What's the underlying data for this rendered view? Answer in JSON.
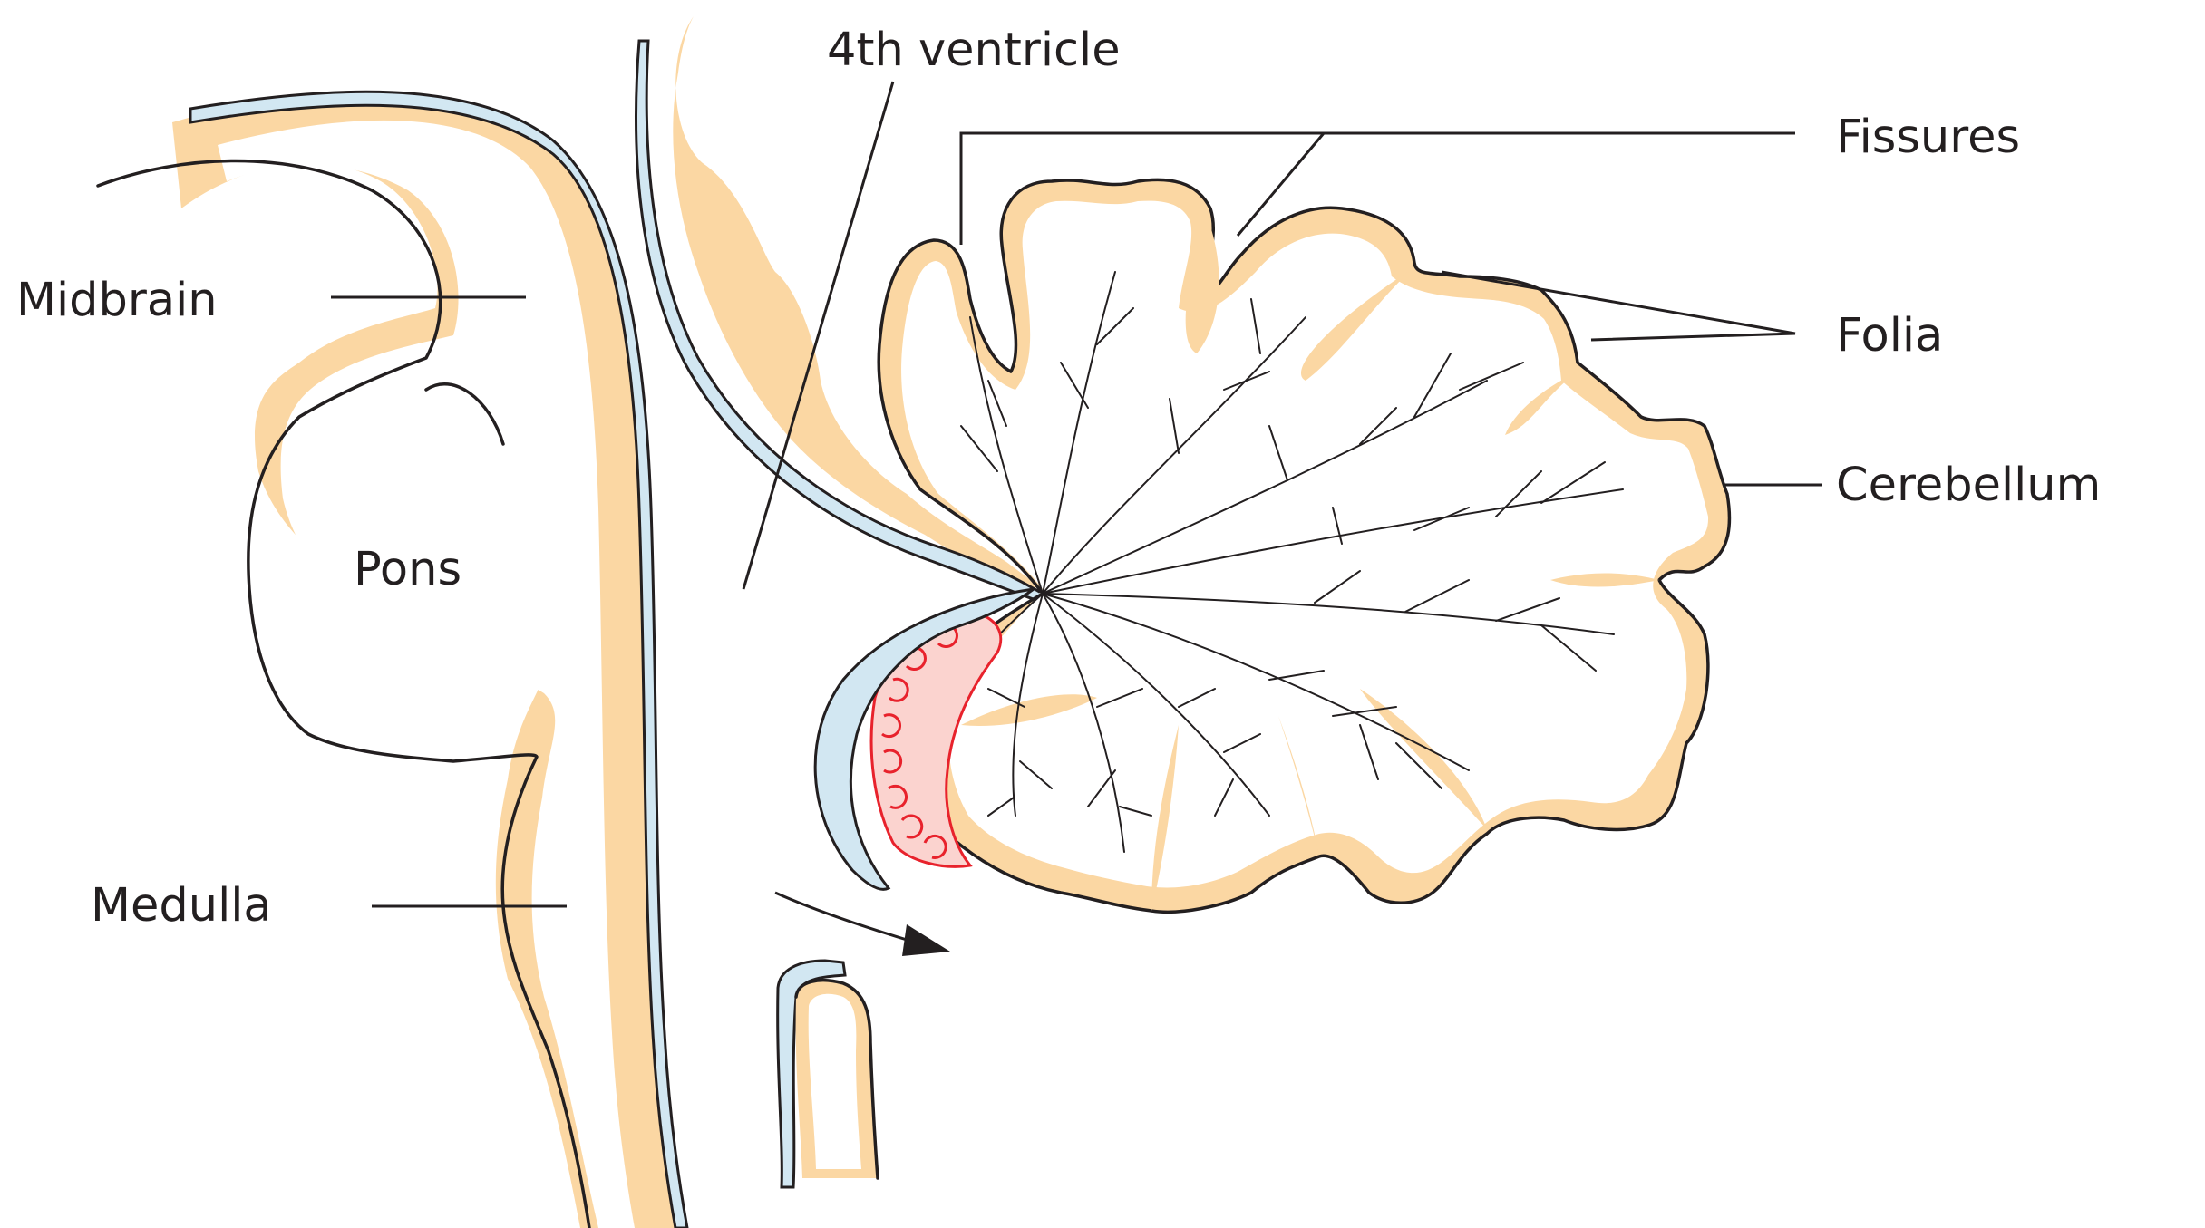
{
  "labels": {
    "fourth_ventricle": "4th ventricle",
    "fissures": "Fissures",
    "midbrain": "Midbrain",
    "folia": "Folia",
    "cerebellum": "Cerebellum",
    "pons": "Pons",
    "medulla": "Medulla"
  },
  "colors": {
    "tissue": "#fbd7a3",
    "pia_mater": "#d2e7f2",
    "choroid_plexus": "#e8222c",
    "outline": "#231f20"
  }
}
